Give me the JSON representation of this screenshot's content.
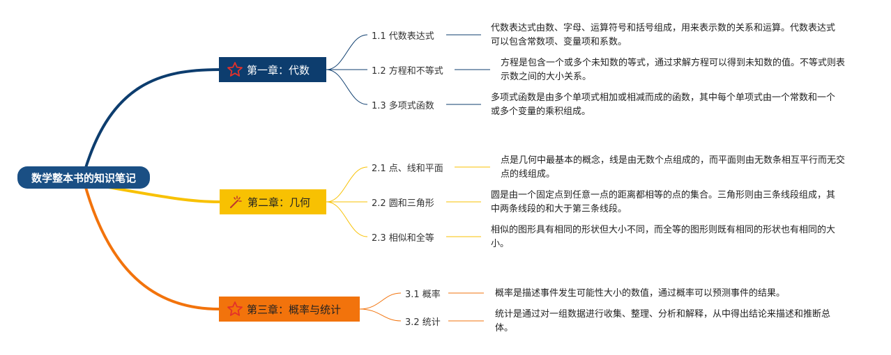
{
  "root": {
    "title": "数学整本书的知识笔记"
  },
  "chapters": [
    {
      "title": "第一章：代数",
      "color": "#0d3d6e",
      "icon": "star-icon",
      "sections": [
        {
          "label": "1.1 代数表达式",
          "text": "代数表达式由数、字母、运算符号和括号组成，用来表示数的关系和运算。代数表达式可以包含常数项、变量项和系数。"
        },
        {
          "label": "1.2 方程和不等式",
          "text": "方程是包含一个或多个未知数的等式，通过求解方程可以得到未知数的值。不等式则表示数之间的大小关系。"
        },
        {
          "label": "1.3 多项式函数",
          "text": "多项式函数是由多个单项式相加或相减而成的函数，其中每个单项式由一个常数和一个或多个变量的乘积组成。"
        }
      ]
    },
    {
      "title": "第二章：几何",
      "color": "#f8c102",
      "icon": "magic-wand-icon",
      "sections": [
        {
          "label": "2.1 点、线和平面",
          "text": "点是几何中最基本的概念，线是由无数个点组成的，而平面则由无数条相互平行而无交点的线组成。"
        },
        {
          "label": "2.2 圆和三角形",
          "text": "圆是由一个固定点到任意一点的距离都相等的点的集合。三角形则由三条线段组成，其中两条线段的和大于第三条线段。"
        },
        {
          "label": "2.3 相似和全等",
          "text": "相似的图形具有相同的形状但大小不同，而全等的图形则既有相同的形状也有相同的大小。"
        }
      ]
    },
    {
      "title": "第三章：概率与统计",
      "color": "#f2730c",
      "icon": "star-icon",
      "sections": [
        {
          "label": "3.1 概率",
          "text": "概率是描述事件发生可能性大小的数值，通过概率可以预测事件的结果。"
        },
        {
          "label": "3.2 统计",
          "text": "统计是通过对一组数据进行收集、整理、分析和解释，从中得出结论来描述和推断总体。"
        }
      ]
    }
  ]
}
